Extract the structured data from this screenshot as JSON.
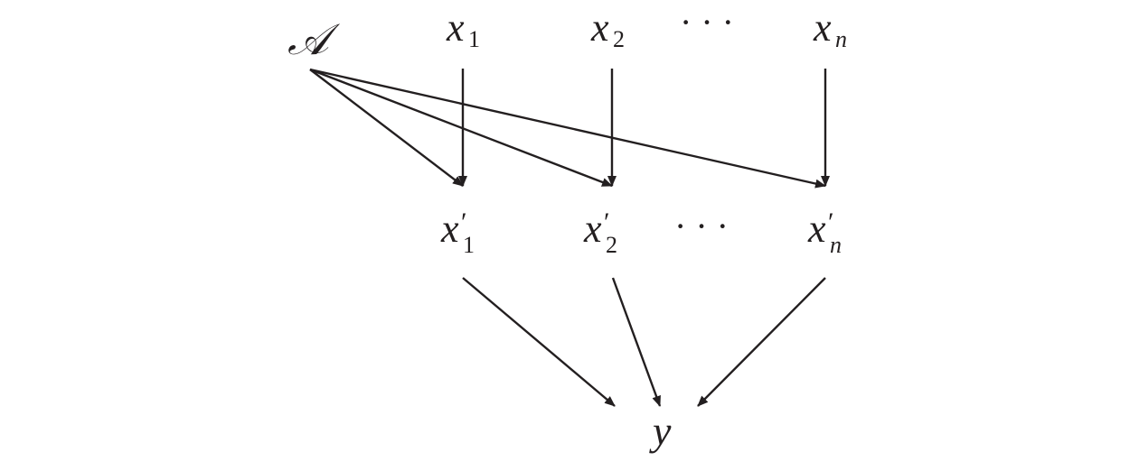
{
  "nodes": {
    "a": {
      "symbol": "𝒜"
    },
    "x1": {
      "base": "x",
      "sub": "1"
    },
    "x2": {
      "base": "x",
      "sub": "2"
    },
    "xn": {
      "base": "x",
      "sub": "n"
    },
    "top_ellipsis": {
      "text": "· · ·"
    },
    "x1p": {
      "base": "x",
      "prime": "′",
      "sub": "1"
    },
    "x2p": {
      "base": "x",
      "prime": "′",
      "sub": "2"
    },
    "xnp": {
      "base": "x",
      "prime": "′",
      "sub": "n"
    },
    "mid_ellipsis": {
      "text": "· · ·"
    },
    "y": {
      "base": "y"
    }
  },
  "edges": [
    {
      "from": "a",
      "to": "x1p"
    },
    {
      "from": "a",
      "to": "x2p"
    },
    {
      "from": "a",
      "to": "xnp"
    },
    {
      "from": "x1",
      "to": "x1p"
    },
    {
      "from": "x2",
      "to": "x2p"
    },
    {
      "from": "xn",
      "to": "xnp"
    },
    {
      "from": "x1p",
      "to": "y"
    },
    {
      "from": "x2p",
      "to": "y"
    },
    {
      "from": "xnp",
      "to": "y"
    }
  ],
  "colors": {
    "ink": "#231f20",
    "background": "#ffffff"
  }
}
